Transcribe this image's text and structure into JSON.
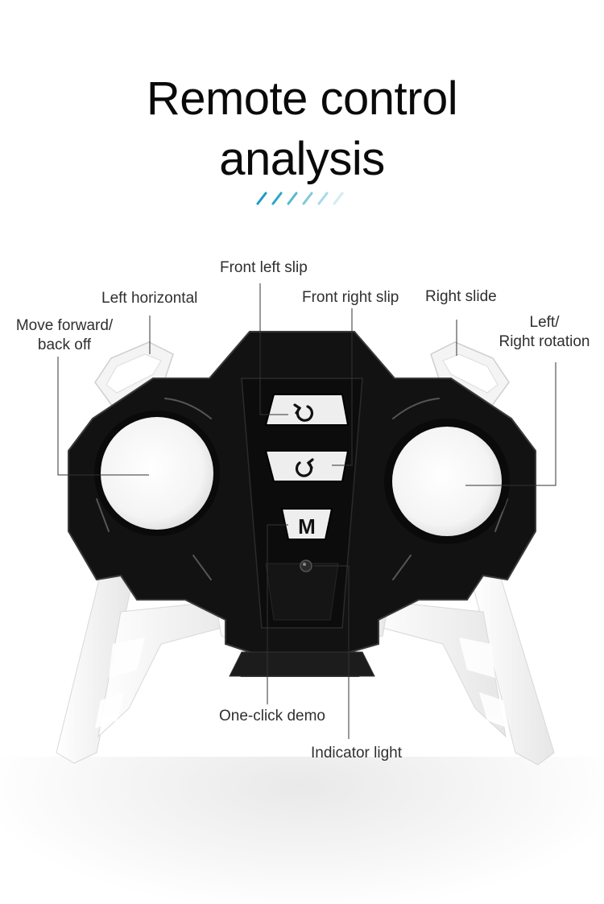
{
  "header": {
    "title_line1": "Remote control",
    "title_line2": "analysis",
    "stripe_colors": [
      "#1f9bc0",
      "#2aa6c8",
      "#57b8d2",
      "#80c9dc",
      "#a9d9e6",
      "#d2ebf1"
    ]
  },
  "remote": {
    "buttons": [
      {
        "id": "front-left-slip",
        "icon": "rotate-counterclockwise-icon",
        "glyph": "↺"
      },
      {
        "id": "front-right-slip",
        "icon": "rotate-clockwise-icon",
        "glyph": "↻"
      },
      {
        "id": "one-click-demo",
        "icon": "mode-letter",
        "glyph": "M"
      }
    ],
    "body_color": "#111111",
    "accent_color": "#f2f2f2"
  },
  "labels": {
    "front_left_slip": "Front left slip",
    "left_horizontal": "Left horizontal",
    "move_forward_line1": "Move forward/",
    "move_forward_line2": "back off",
    "front_right_slip": "Front right slip",
    "right_slide": "Right slide",
    "rotation_line1": "Left/",
    "rotation_line2": "Right rotation",
    "one_click_demo": "One-click demo",
    "indicator_light": "Indicator light"
  }
}
